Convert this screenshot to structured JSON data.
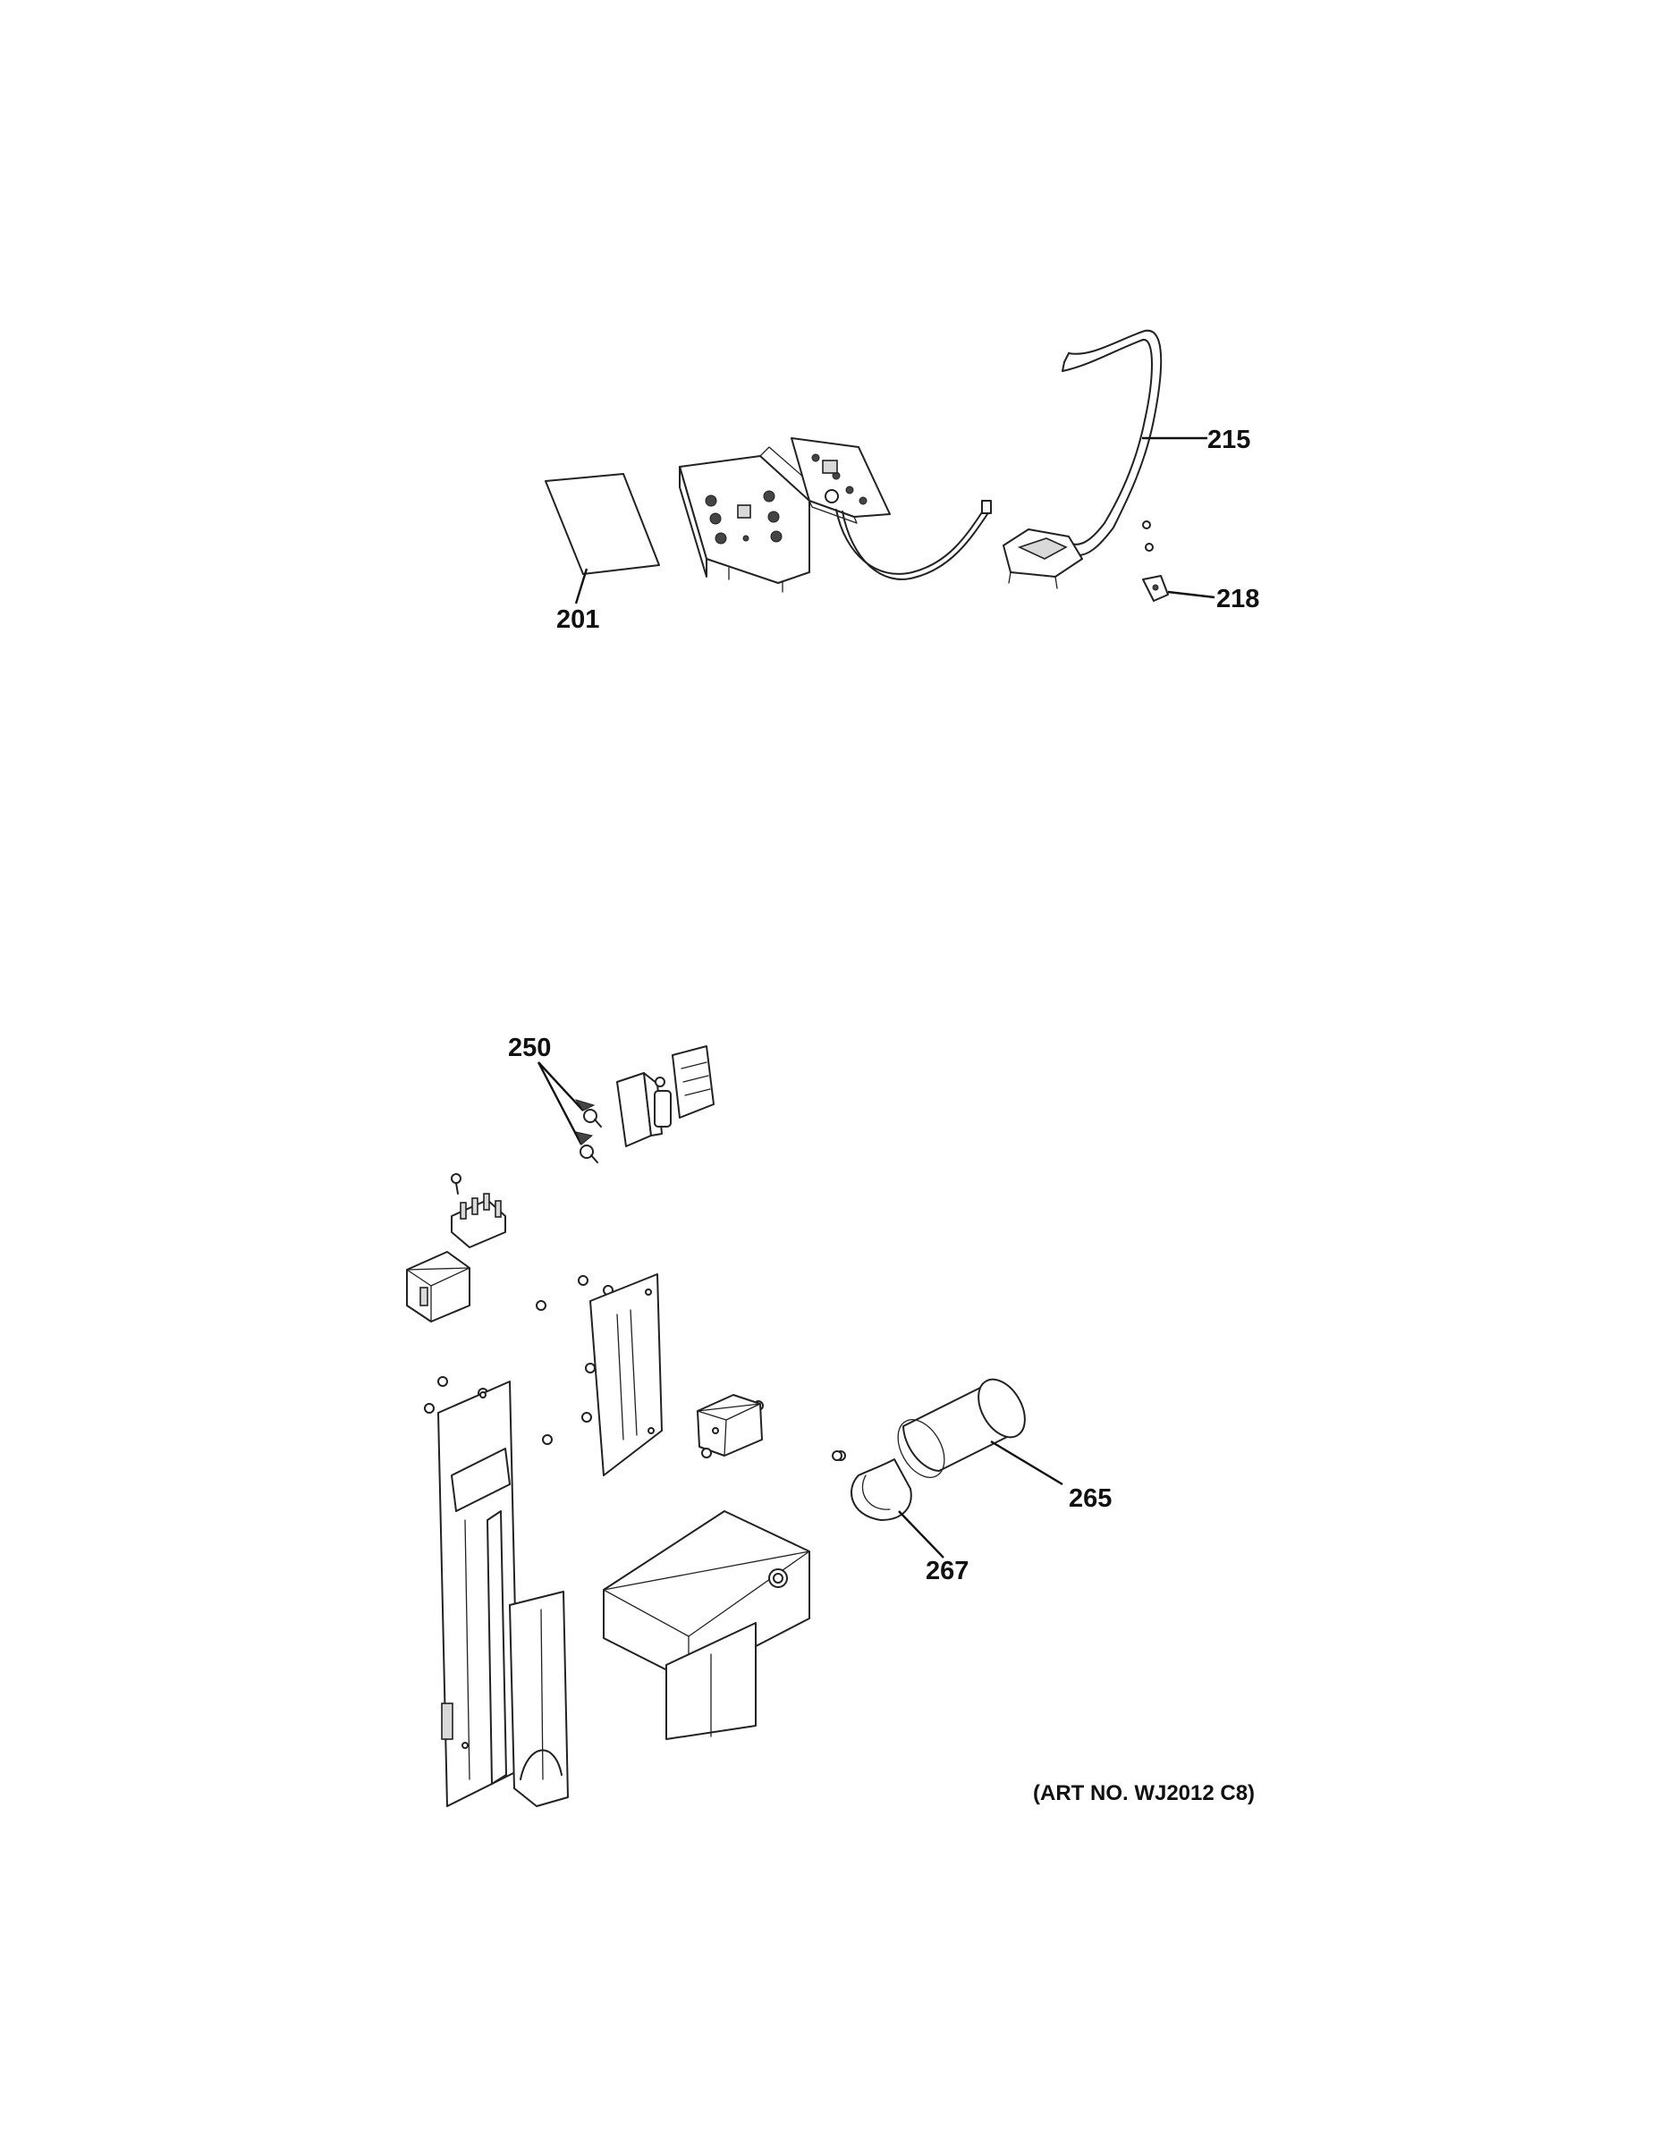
{
  "diagram": {
    "callouts": [
      {
        "id": "201",
        "label": "201"
      },
      {
        "id": "215",
        "label": "215"
      },
      {
        "id": "218",
        "label": "218"
      },
      {
        "id": "250",
        "label": "250"
      },
      {
        "id": "265",
        "label": "265"
      },
      {
        "id": "267",
        "label": "267"
      }
    ],
    "art_number": "(ART NO. WJ2012 C8)"
  }
}
